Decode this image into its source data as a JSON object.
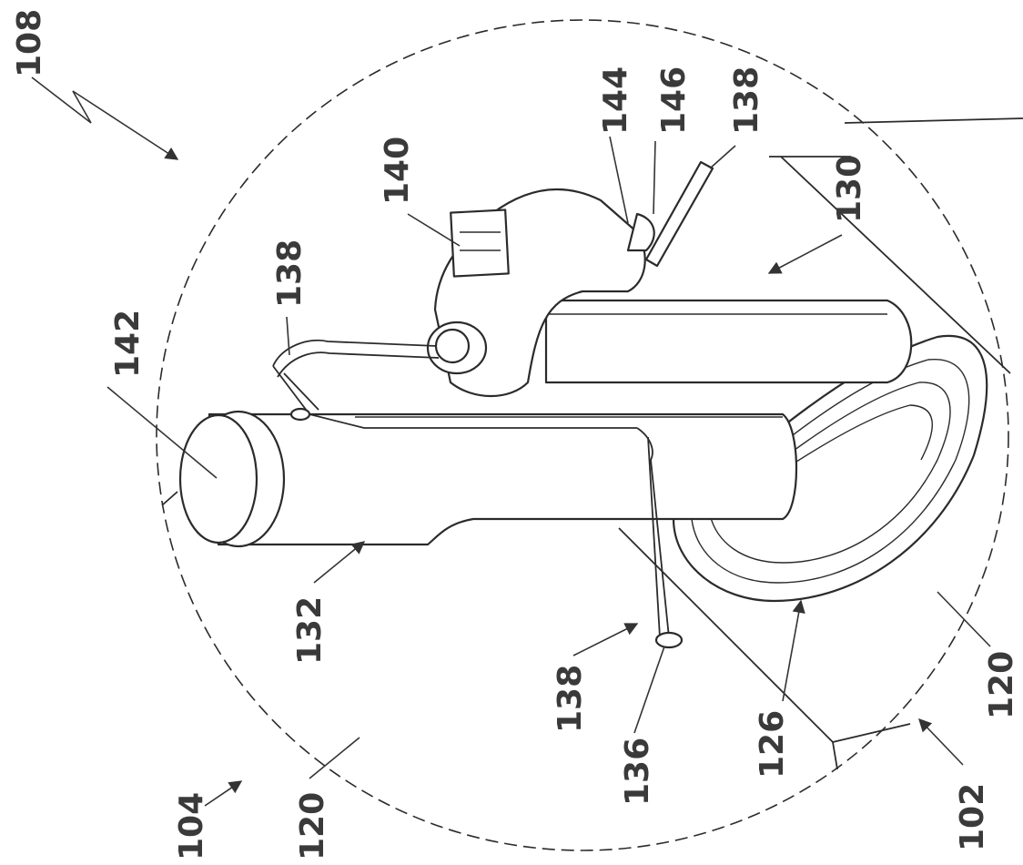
{
  "diagram": {
    "labels": {
      "l108": "108",
      "l144": "144",
      "l146": "146",
      "l138_top": "138",
      "l140": "140",
      "l130": "130",
      "l138_mid": "138",
      "l142": "142",
      "l132": "132",
      "l138_low": "138",
      "l136": "136",
      "l126": "126",
      "l102": "102",
      "l120_right": "120",
      "l104": "104",
      "l120_left": "120"
    }
  }
}
